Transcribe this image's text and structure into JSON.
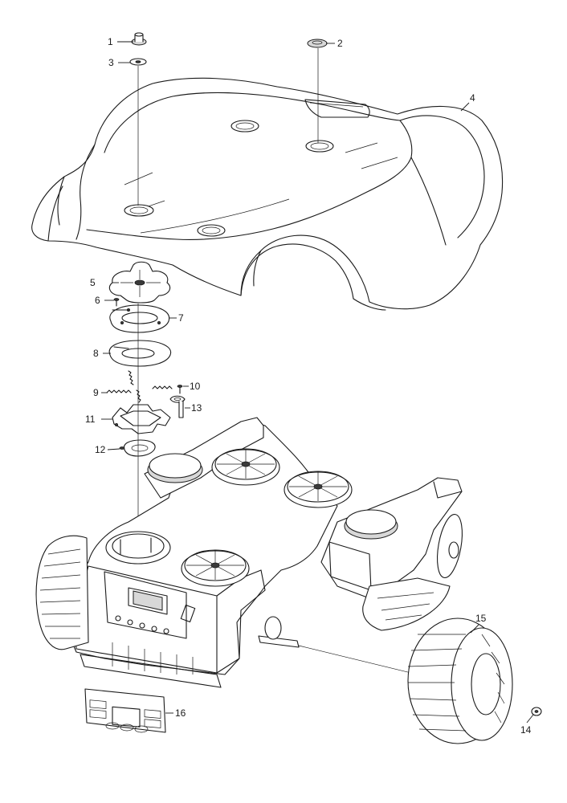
{
  "diagram": {
    "type": "exploded parts view",
    "parts": [
      {
        "id": "1",
        "label": "1"
      },
      {
        "id": "2",
        "label": "2"
      },
      {
        "id": "3",
        "label": "3"
      },
      {
        "id": "4",
        "label": "4"
      },
      {
        "id": "5",
        "label": "5"
      },
      {
        "id": "6",
        "label": "6"
      },
      {
        "id": "7",
        "label": "7"
      },
      {
        "id": "8",
        "label": "8"
      },
      {
        "id": "9",
        "label": "9"
      },
      {
        "id": "10",
        "label": "10"
      },
      {
        "id": "11",
        "label": "11"
      },
      {
        "id": "12",
        "label": "12"
      },
      {
        "id": "13",
        "label": "13"
      },
      {
        "id": "14",
        "label": "14"
      },
      {
        "id": "15",
        "label": "15"
      },
      {
        "id": "16",
        "label": "16"
      }
    ]
  }
}
